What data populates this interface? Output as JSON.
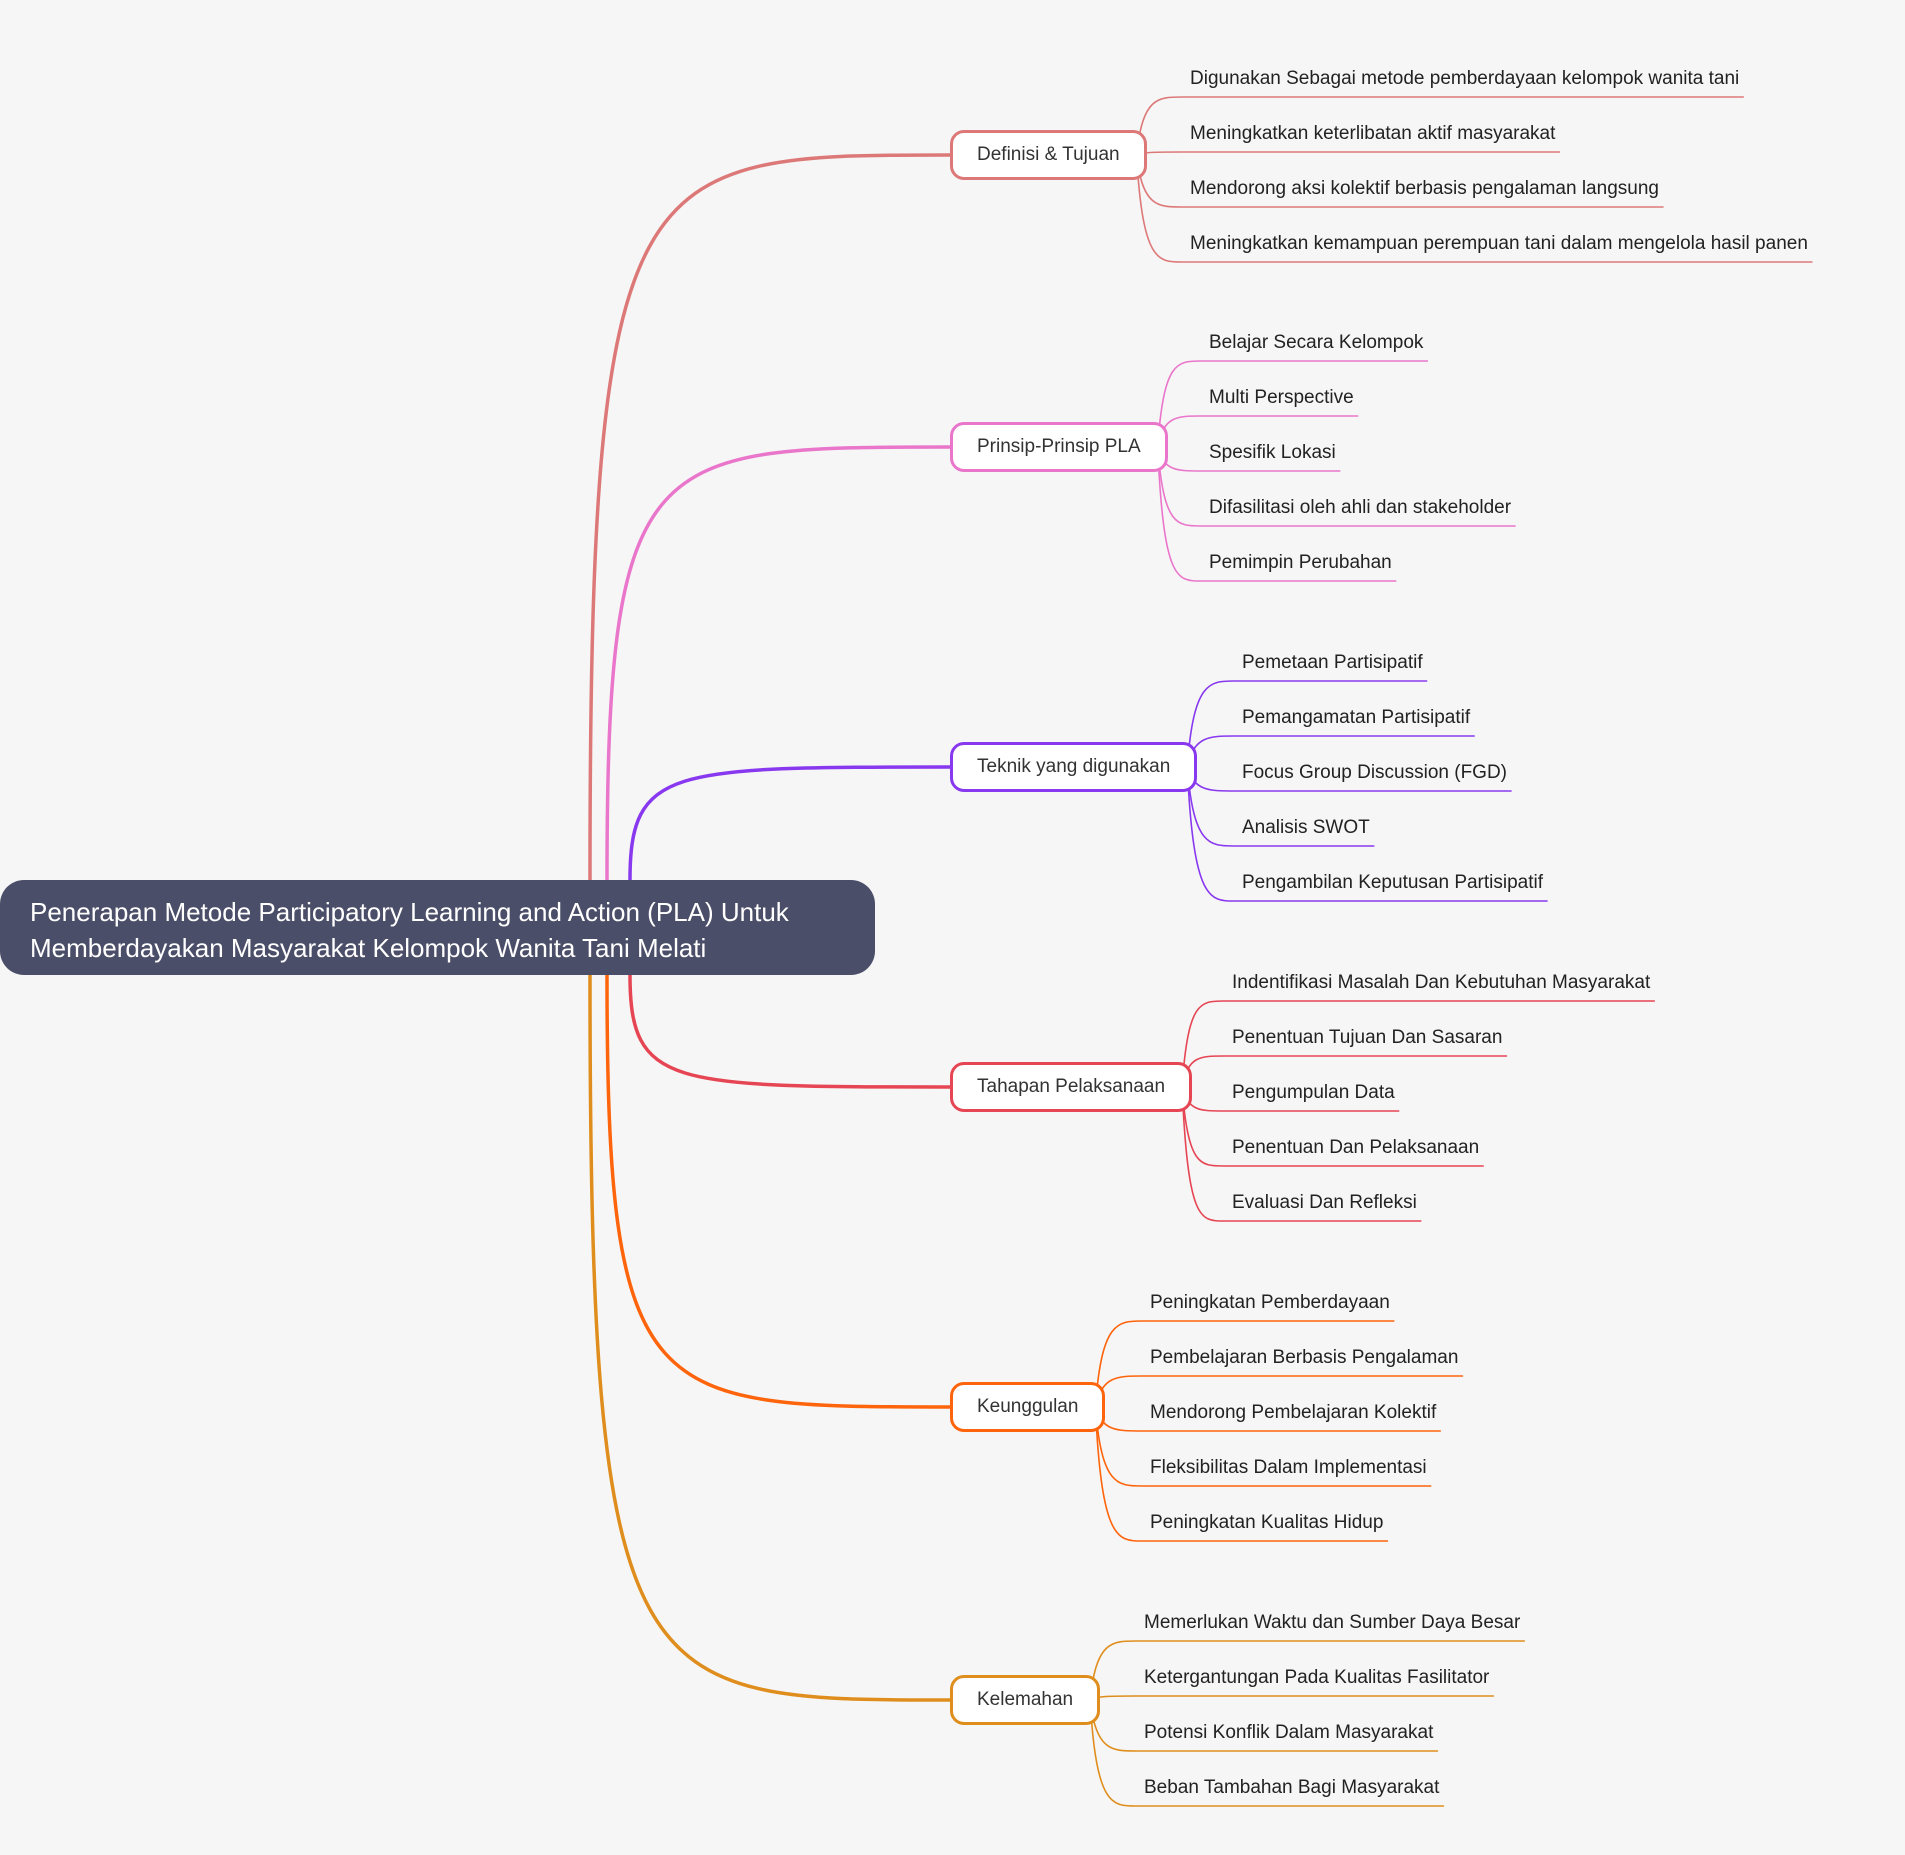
{
  "root": {
    "line1": "Penerapan Metode Participatory Learning and Action (PLA) Untuk",
    "line2": "Memberdayakan Masyarakat Kelompok Wanita Tani Melati"
  },
  "branches": [
    {
      "label": "Definisi & Tujuan",
      "color": "#dd7878",
      "children": [
        "Digunakan Sebagai metode pemberdayaan kelompok wanita tani",
        "Meningkatkan keterlibatan aktif masyarakat",
        "Mendorong aksi kolektif berbasis pengalaman langsung",
        "Meningkatkan kemampuan perempuan tani dalam mengelola hasil panen"
      ]
    },
    {
      "label": "Prinsip-Prinsip PLA",
      "color": "#ea76cb",
      "children": [
        "Belajar Secara Kelompok",
        "Multi Perspective",
        "Spesifik Lokasi",
        "Difasilitasi oleh ahli dan stakeholder",
        "Pemimpin Perubahan"
      ]
    },
    {
      "label": "Teknik yang digunakan",
      "color": "#8839ef",
      "children": [
        "Pemetaan Partisipatif",
        "Pemangamatan Partisipatif",
        "Focus Group Discussion (FGD)",
        "Analisis SWOT",
        "Pengambilan Keputusan Partisipatif"
      ]
    },
    {
      "label": "Tahapan Pelaksanaan",
      "color": "#e64553",
      "children": [
        "Indentifikasi Masalah Dan Kebutuhan Masyarakat",
        "Penentuan Tujuan Dan Sasaran",
        "Pengumpulan Data",
        "Penentuan Dan Pelaksanaan",
        "Evaluasi Dan Refleksi"
      ]
    },
    {
      "label": "Keunggulan",
      "color": "#fe640b",
      "children": [
        "Peningkatan Pemberdayaan",
        "Pembelajaran Berbasis Pengalaman",
        "Mendorong Pembelajaran Kolektif",
        "Fleksibilitas Dalam Implementasi",
        "Peningkatan Kualitas Hidup"
      ]
    },
    {
      "label": "Kelemahan",
      "color": "#df8e1d",
      "children": [
        "Memerlukan Waktu dan Sumber Daya Besar",
        "Ketergantungan Pada Kualitas Fasilitator",
        "Potensi Konflik Dalam Masyarakat",
        "Beban Tambahan Bagi Masyarakat"
      ]
    }
  ]
}
